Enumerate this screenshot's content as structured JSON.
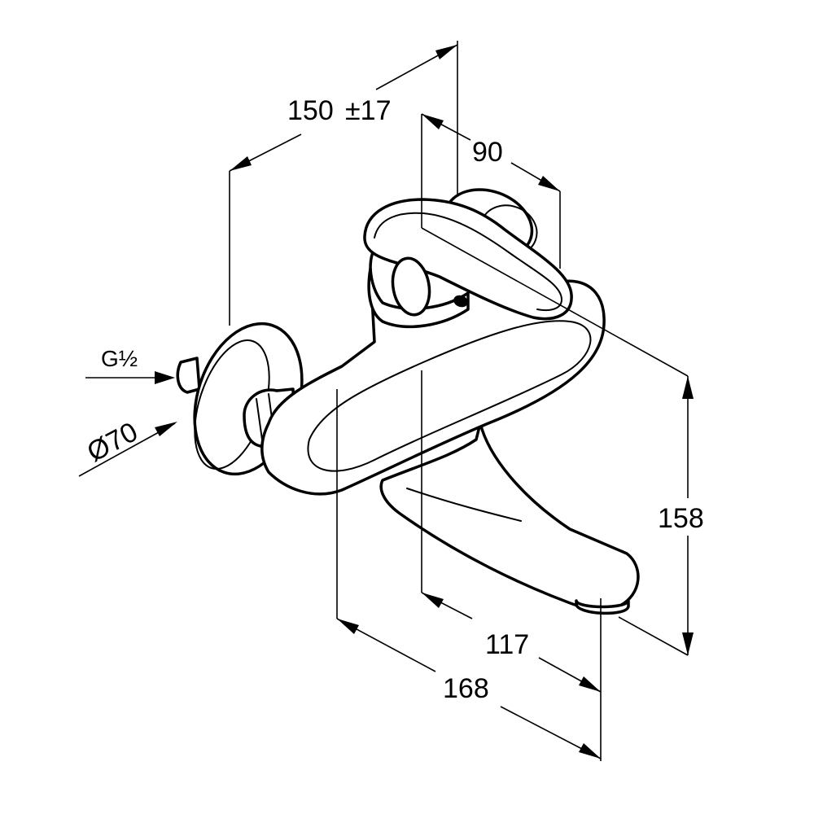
{
  "dimensions": {
    "wall_distance": "150",
    "wall_distance_tolerance": "±17",
    "handle_depth": "90",
    "height": "158",
    "spout_length": "117",
    "total_projection": "168",
    "connection_thread": "G½",
    "rosette_diameter": "Ø70"
  },
  "colors": {
    "line": "#000000",
    "background": "#ffffff"
  }
}
